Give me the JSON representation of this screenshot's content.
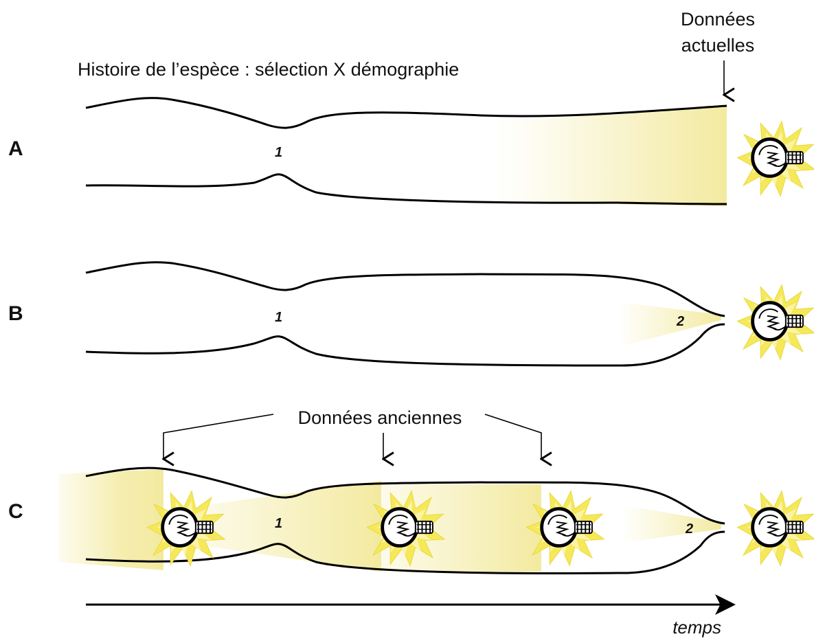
{
  "title": "Histoire de l’espèce : sélection X démographie",
  "annotations": {
    "current_data_line1": "Données",
    "current_data_line2": "actuelles",
    "ancient_data": "Données anciennes",
    "time_axis": "temps"
  },
  "rows": [
    {
      "label": "A",
      "events": [
        {
          "label": "1"
        }
      ]
    },
    {
      "label": "B",
      "events": [
        {
          "label": "1"
        },
        {
          "label": "2"
        }
      ]
    },
    {
      "label": "C",
      "events": [
        {
          "label": "1"
        },
        {
          "label": "2"
        }
      ]
    }
  ],
  "colors": {
    "glow": "#f3eaa0",
    "bulb_flare": "#f5e85a",
    "line": "#000000"
  },
  "icons": [
    "lightbulb-icon"
  ]
}
